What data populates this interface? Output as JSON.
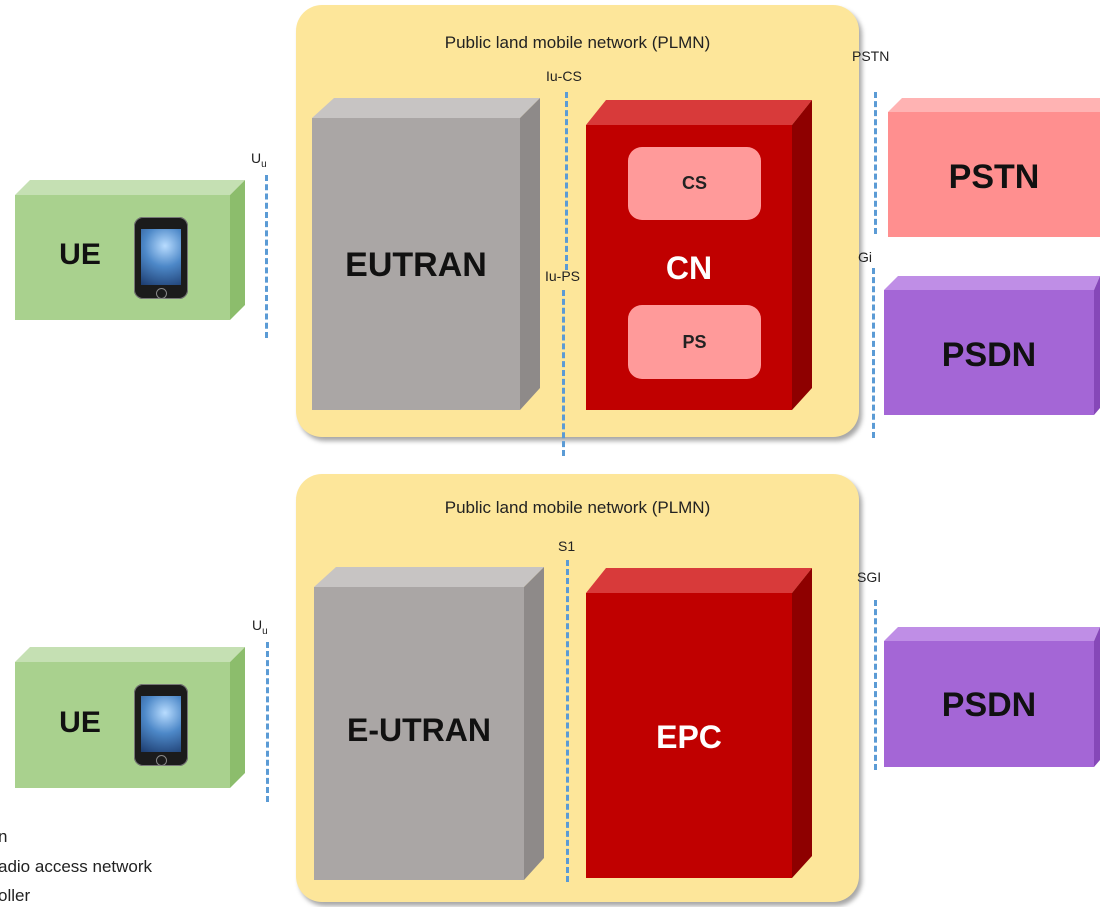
{
  "top": {
    "plmn_title": "Public land mobile network (PLMN)",
    "ue_label": "UE",
    "ran_label": "EUTRAN",
    "cn_label": "CN",
    "cs_label": "CS",
    "ps_label": "PS",
    "pstn_label": "PSTN",
    "psdn_label": "PSDN",
    "uu_main": "U",
    "uu_sub": "u",
    "iu_cs": "Iu-CS",
    "iu_ps": "Iu-PS",
    "pstn_iface": "PSTN",
    "gi_iface": "Gi"
  },
  "bottom": {
    "plmn_title": "Public land mobile network (PLMN)",
    "ue_label": "UE",
    "ran_label": "E-UTRAN",
    "epc_label": "EPC",
    "psdn_label": "PSDN",
    "uu_main": "U",
    "uu_sub": "u",
    "s1_iface": "S1",
    "sgi_iface": "SGI"
  },
  "notes": [
    "n",
    "adio access network",
    "oller"
  ],
  "colors": {
    "plmn": "#fde69a",
    "ue": "#a9d18e",
    "ran": "#aaa6a5",
    "cn": "#c00000",
    "cs_ps": "#ff9a9a",
    "pstn": "#ff8f8f",
    "psdn": "#a466d6",
    "interface_line": "#5b9bd5"
  }
}
